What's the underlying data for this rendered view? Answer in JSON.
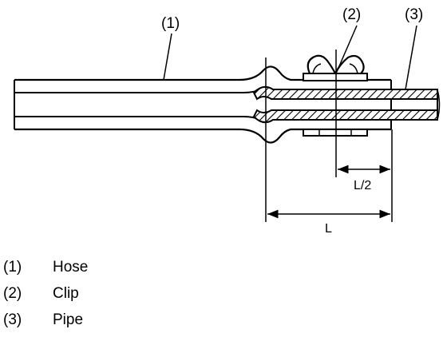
{
  "callouts": [
    {
      "number": "(1)"
    },
    {
      "number": "(2)"
    },
    {
      "number": "(3)"
    }
  ],
  "dimensions": {
    "half": "L/2",
    "full": "L"
  },
  "legend": [
    {
      "number": "(1)",
      "label": "Hose"
    },
    {
      "number": "(2)",
      "label": "Clip"
    },
    {
      "number": "(3)",
      "label": "Pipe"
    }
  ]
}
